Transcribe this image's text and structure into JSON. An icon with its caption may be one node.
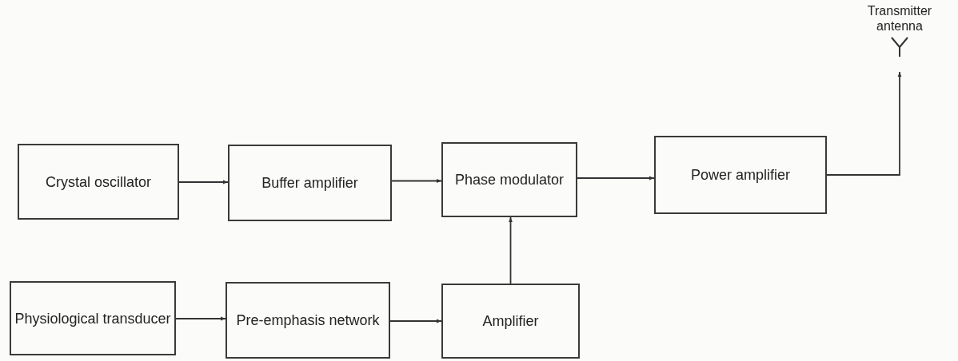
{
  "diagram": {
    "nodes": [
      {
        "text": [
          "Crystal oscillator"
        ]
      },
      {
        "text": [
          "Buffer amplifier"
        ]
      },
      {
        "text": [
          "Phase modulator"
        ]
      },
      {
        "text": [
          "Power amplifier"
        ]
      },
      {
        "text": [
          "Transmitter antenna"
        ]
      },
      {
        "text": [
          "Physiological transducer"
        ]
      },
      {
        "text": [
          "Pre-emphasis network"
        ]
      },
      {
        "text": [
          "Amplifier"
        ]
      }
    ],
    "edges": [
      {
        "from": 0,
        "to": 1,
        "arrow": "to"
      },
      {
        "from": 1,
        "to": 2,
        "arrow": "to"
      },
      {
        "from": 2,
        "to": 3,
        "arrow": "to"
      },
      {
        "from": 3,
        "to": 4,
        "arrow": "to"
      },
      {
        "from": 5,
        "to": 6,
        "arrow": "to"
      },
      {
        "from": 6,
        "to": 7,
        "arrow": "to"
      },
      {
        "from": 7,
        "to": 2,
        "arrow": "to"
      }
    ]
  }
}
